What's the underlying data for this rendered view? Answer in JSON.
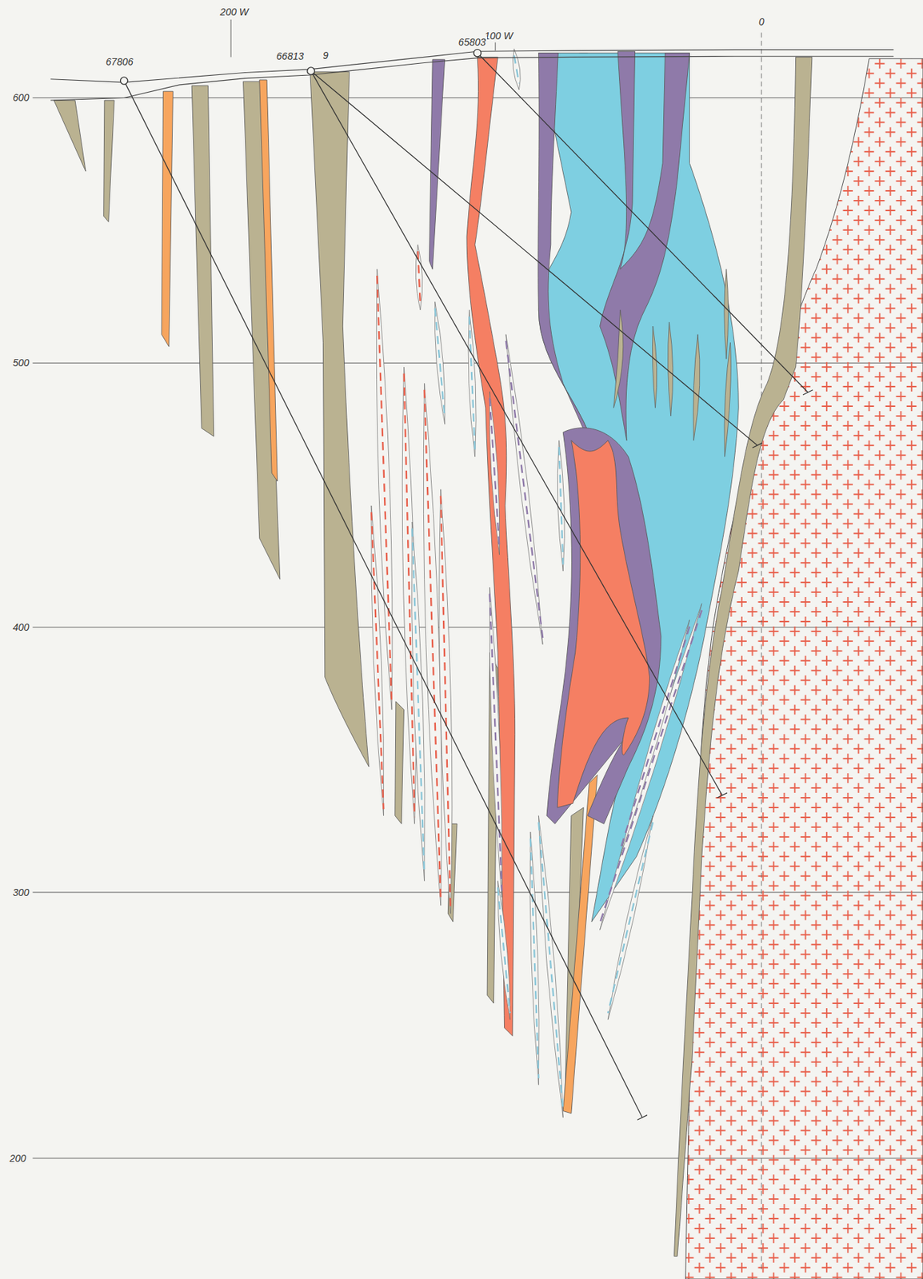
{
  "diagram": {
    "labels": [
      "600",
      "500",
      "400",
      "300",
      "200",
      "200 W",
      "100 W",
      "0",
      "67806",
      "66813",
      "9",
      "65803"
    ]
  }
}
